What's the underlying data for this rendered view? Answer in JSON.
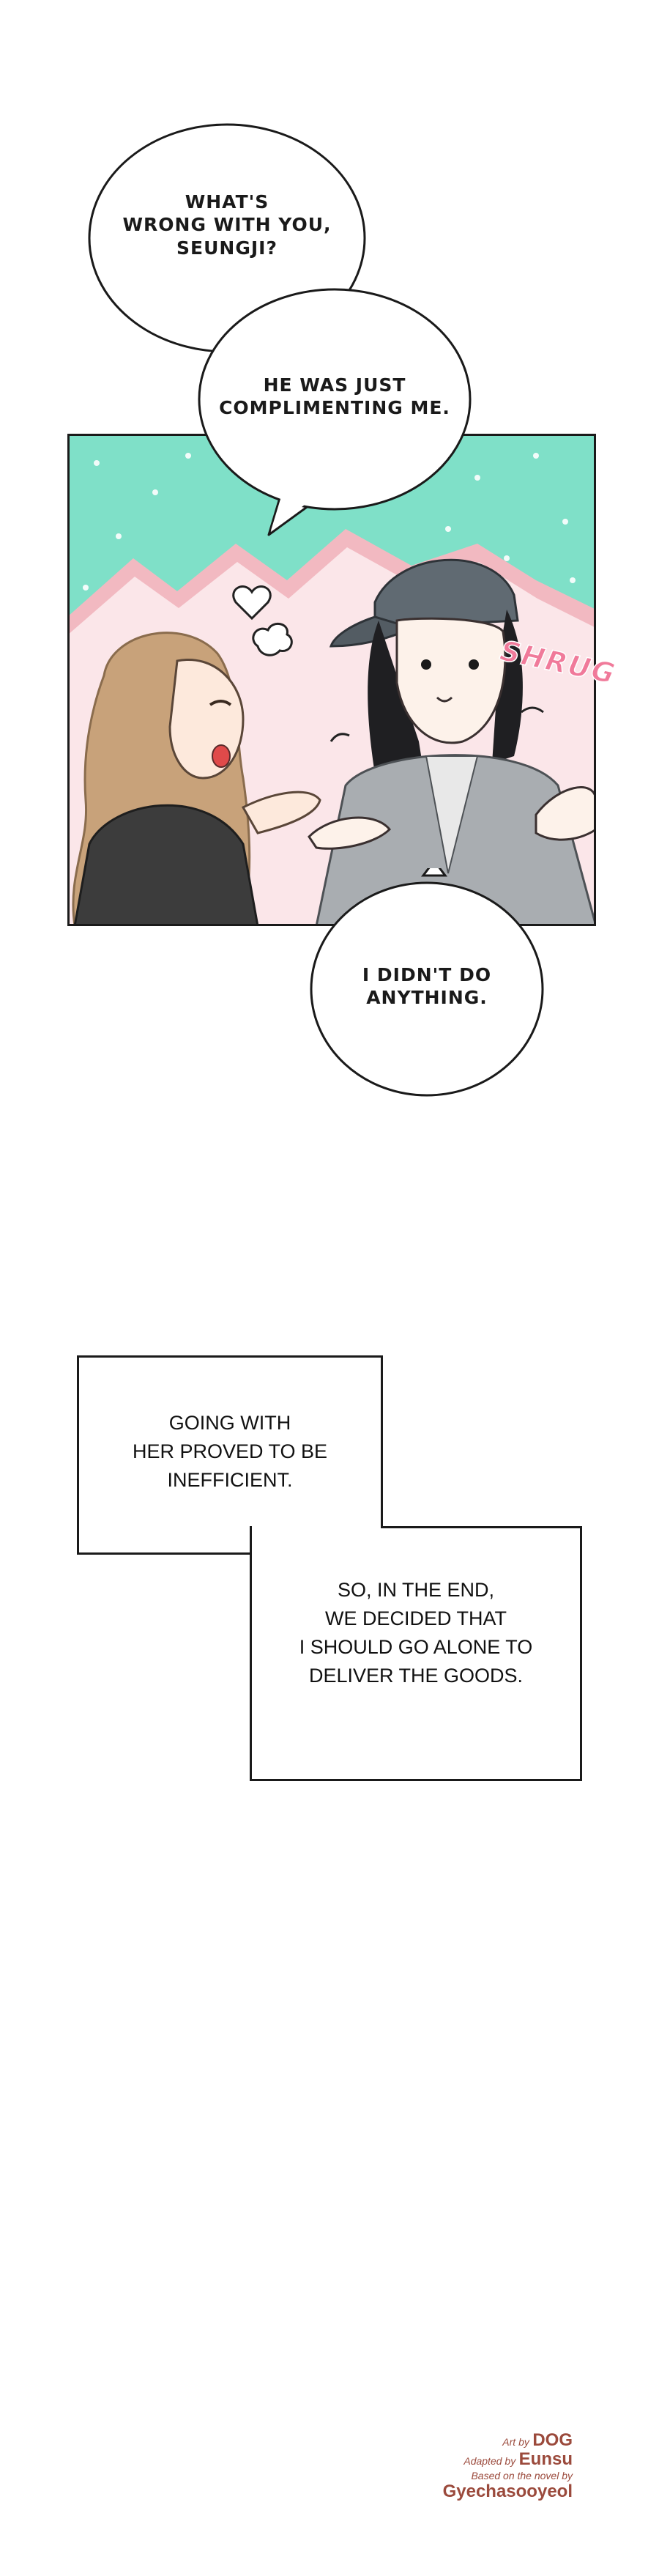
{
  "panel1": {
    "bubbles": [
      {
        "text": "WHAT'S\nWRONG WITH YOU,\nSEUNGJI?"
      },
      {
        "text": "HE WAS JUST\nCOMPLIMENTING ME."
      },
      {
        "text": "I DIDN'T DO\nANYTHING."
      }
    ],
    "sfx": "SHRUG",
    "colors": {
      "background_mint": "#7fe0c8",
      "border_pink": "#f2b9c1",
      "sfx_pink": "#f07a9a"
    }
  },
  "narration": [
    {
      "text": "GOING WITH\nHER PROVED TO BE\nINEFFICIENT."
    },
    {
      "text": "SO, IN THE END,\nWE DECIDED THAT\nI SHOULD GO ALONE TO\nDELIVER THE GOODS."
    }
  ],
  "credits": {
    "art_prefix": "Art by",
    "art_name": "DOG",
    "adapt_prefix": "Adapted by",
    "adapt_name": "Eunsu",
    "novel_prefix": "Based on the novel by",
    "novel_name": "Gyechasooyeol",
    "color": "#9b4a3c"
  }
}
